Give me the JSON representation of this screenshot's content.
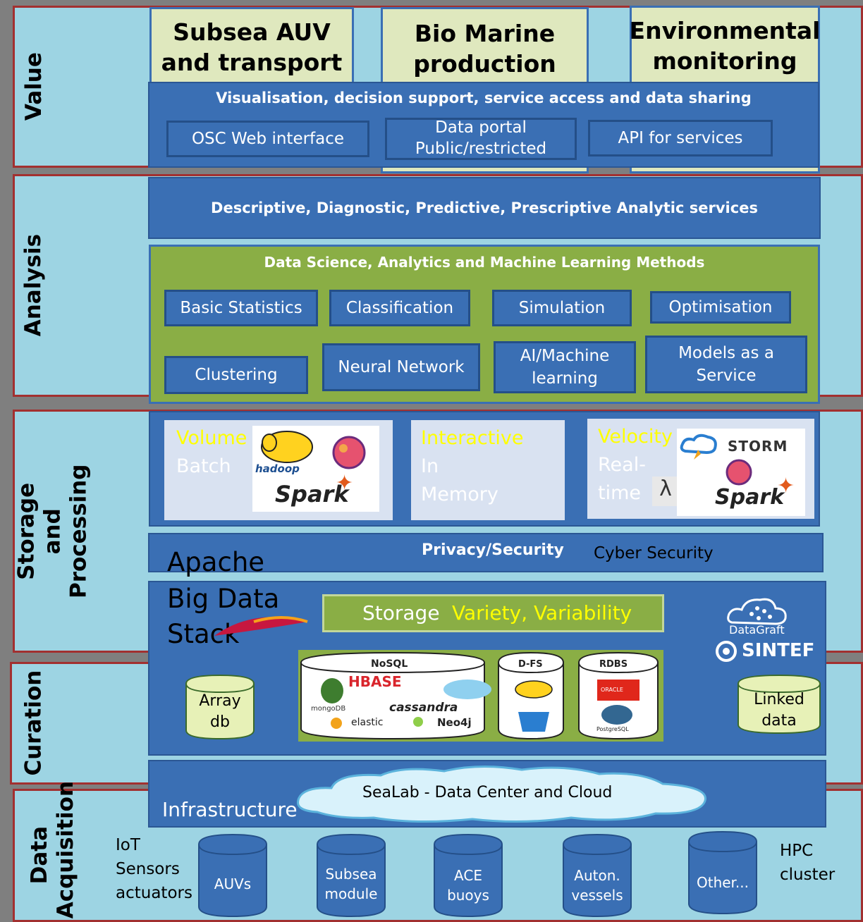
{
  "layers": {
    "value": "Value",
    "analysis": "Analysis",
    "storage_processing": "Storage and Processing",
    "curation": "Curation",
    "data_acquisition": "Data Acquisition"
  },
  "value_boxes": [
    "Subsea AUV and transport",
    "Bio Marine production",
    "Environmental monitoring"
  ],
  "visualisation": {
    "title": "Visualisation, decision support, service access and data sharing",
    "items": [
      "OSC Web interface",
      "Data portal Public/restricted",
      "API for services"
    ]
  },
  "analytic_services": "Descriptive, Diagnostic, Predictive, Prescriptive Analytic  services",
  "methods": {
    "title": "Data Science, Analytics and Machine Learning Methods",
    "items": [
      "Basic Statistics",
      "Classification",
      "Simulation",
      "Optimisation",
      "Clustering",
      "Neural Network",
      "AI/Machine learning",
      "Models as a Service"
    ]
  },
  "processing": {
    "volume": {
      "title": "Volume",
      "sub": "Batch"
    },
    "interactive": {
      "title": "Interactive",
      "line1": "In",
      "line2": "Memory"
    },
    "velocity": {
      "title": "Velocity",
      "line1": "Real-",
      "line2": "time",
      "lambda": "λ"
    },
    "logos": {
      "hadoop": "hadoop",
      "spark": "Spark",
      "storm": "STORM"
    }
  },
  "security": {
    "privacy": "Privacy/Security",
    "cyber": "Cyber Security"
  },
  "apache_stack": {
    "line1": "Apache",
    "line2": "Big Data",
    "line3": "Stack"
  },
  "storage": {
    "label": "Storage",
    "variety": "Variety, Variability"
  },
  "datastores": {
    "nosql": "NoSQL",
    "nosql_logos": [
      "HBASE",
      "mongoDB",
      "cassandra",
      "elastic",
      "Neo4j"
    ],
    "dfs": "D-FS",
    "rdbms": "RDBS",
    "rdbms_logos": [
      "ORACLE",
      "PostgreSQL"
    ],
    "array_db": "Array db",
    "linked_data": "Linked data"
  },
  "brands": {
    "datagraft": "DataGraft",
    "sintef": "SINTEF"
  },
  "infrastructure": {
    "label": "Infrastructure",
    "cloud": "SeaLab  - Data Center and Cloud"
  },
  "acquisition": {
    "iot": [
      "IoT",
      "Sensors",
      "actuators"
    ],
    "sources": [
      "AUVs",
      "Subsea module",
      "ACE buoys",
      "Auton. vessels",
      "Other..."
    ],
    "hpc": [
      "HPC",
      "cluster"
    ]
  }
}
